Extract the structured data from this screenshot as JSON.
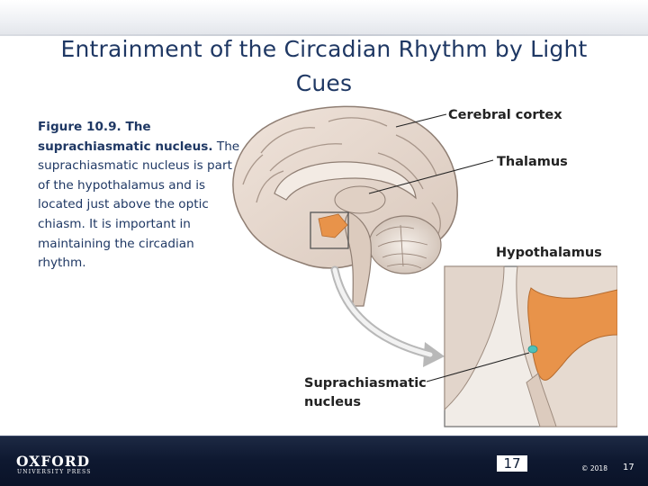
{
  "slide": {
    "title": "Entrainment of the Circadian Rhythm by Light Cues",
    "caption": {
      "figure_label": "Figure 10.9. The suprachiasmatic nucleus.",
      "text": "The suprachiasmatic nucleus is part of the hypothalamus and is located just above the optic chiasm. It is important in maintaining the circadian rhythm."
    },
    "figure": {
      "labels": {
        "cerebral_cortex": "Cerebral cortex",
        "thalamus": "Thalamus",
        "hypothalamus": "Hypothalamus",
        "scn_line1": "Suprachiasmatic",
        "scn_line2": "nucleus"
      },
      "colors": {
        "hypothalamus": "#e8934a",
        "scn": "#4fc1b9",
        "brain": "#e9ddd3"
      }
    }
  },
  "footer": {
    "logo": "OXFORD",
    "logo_sub": "UNIVERSITY PRESS",
    "slide_number_center": "17",
    "copyright": "© 2018",
    "slide_number": "17"
  }
}
